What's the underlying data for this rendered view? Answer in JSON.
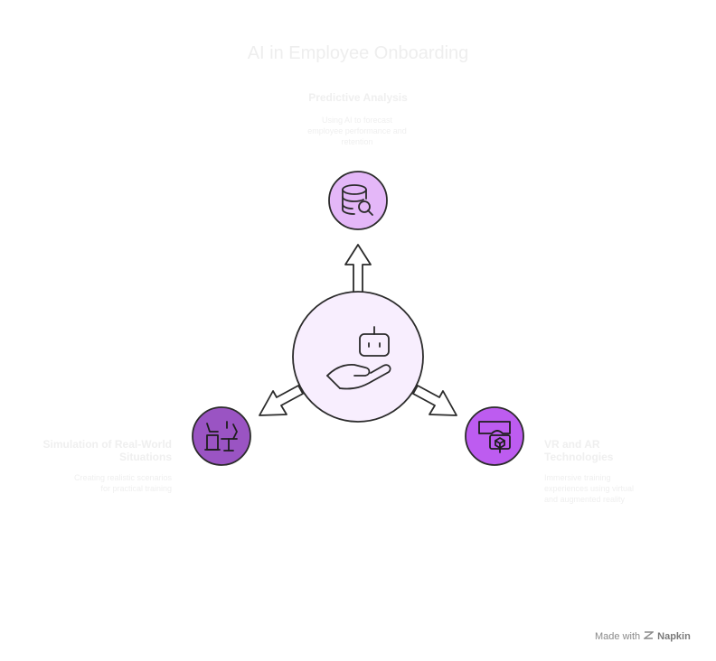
{
  "title": "AI in Employee Onboarding",
  "center": {
    "icon": "robot-hand-icon",
    "fill": "#f8eefe"
  },
  "nodes": [
    {
      "id": "predictive",
      "heading": "Predictive Analysis",
      "description": "Using AI to forecast employee performance and retention",
      "icon": "database-search-icon",
      "color": "#e4b7f8"
    },
    {
      "id": "simulation",
      "heading": "Simulation of Real-World Situations",
      "description": "Creating realistic scenarios for practical training",
      "icon": "desk-chair-icon",
      "color": "#9a54c3"
    },
    {
      "id": "vr",
      "heading": "VR and AR Technologies",
      "description": "Immersive training experiences using virtual and augmented reality",
      "icon": "vr-headset-icon",
      "color": "#bd5cf0"
    }
  ],
  "footer": {
    "prefix": "Made with",
    "brand": "Napkin"
  }
}
